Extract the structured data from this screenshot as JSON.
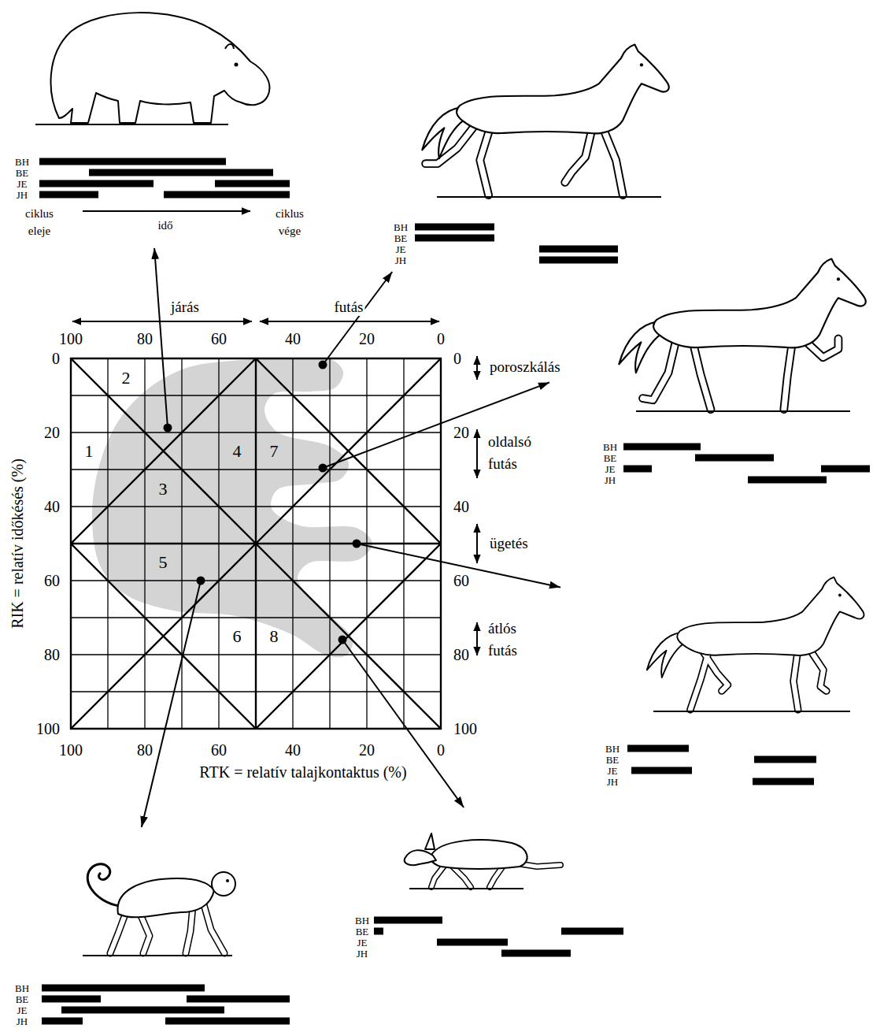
{
  "diagram": {
    "nodes": [
      {
        "text": [
          "RIK = relatív időkésés (%)",
          "RTK = relatív talajkontaktus (%)"
        ]
      },
      {
        "text": [
          "BH",
          "BE",
          "JE",
          "JH",
          "ciklus eleje",
          "idő",
          "ciklus vége"
        ]
      },
      {
        "text": [
          "BH",
          "BE",
          "JE",
          "JH"
        ]
      },
      {
        "text": [
          "BH",
          "BE",
          "JE",
          "JH"
        ]
      },
      {
        "text": [
          "BH",
          "BE",
          "JE",
          "JH"
        ]
      },
      {
        "text": [
          "BH",
          "BE",
          "JE",
          "JH"
        ]
      },
      {
        "text": [
          "BH",
          "BE",
          "JE",
          "JH"
        ]
      }
    ],
    "edges": [
      {
        "from": 0,
        "to": 1,
        "arrow": "to"
      },
      {
        "from": 0,
        "to": 2,
        "arrow": "to"
      },
      {
        "from": 0,
        "to": 3,
        "arrow": "to"
      },
      {
        "from": 0,
        "to": 4,
        "arrow": "to"
      },
      {
        "from": 0,
        "to": 5,
        "arrow": "to"
      },
      {
        "from": 0,
        "to": 6,
        "arrow": "to"
      }
    ],
    "labels": [
      "járás",
      "futás",
      "100",
      "80",
      "60",
      "40",
      "20",
      "0",
      "0",
      "20",
      "40",
      "60",
      "80",
      "100",
      "0",
      "20",
      "40",
      "60",
      "80",
      "100",
      "100",
      "80",
      "60",
      "40",
      "20",
      "0",
      "2",
      "1",
      "4",
      "7",
      "3",
      "5",
      "6",
      "8",
      "poroszkálás",
      "oldalsó futás",
      "ügetés",
      "átlós futás"
    ]
  }
}
